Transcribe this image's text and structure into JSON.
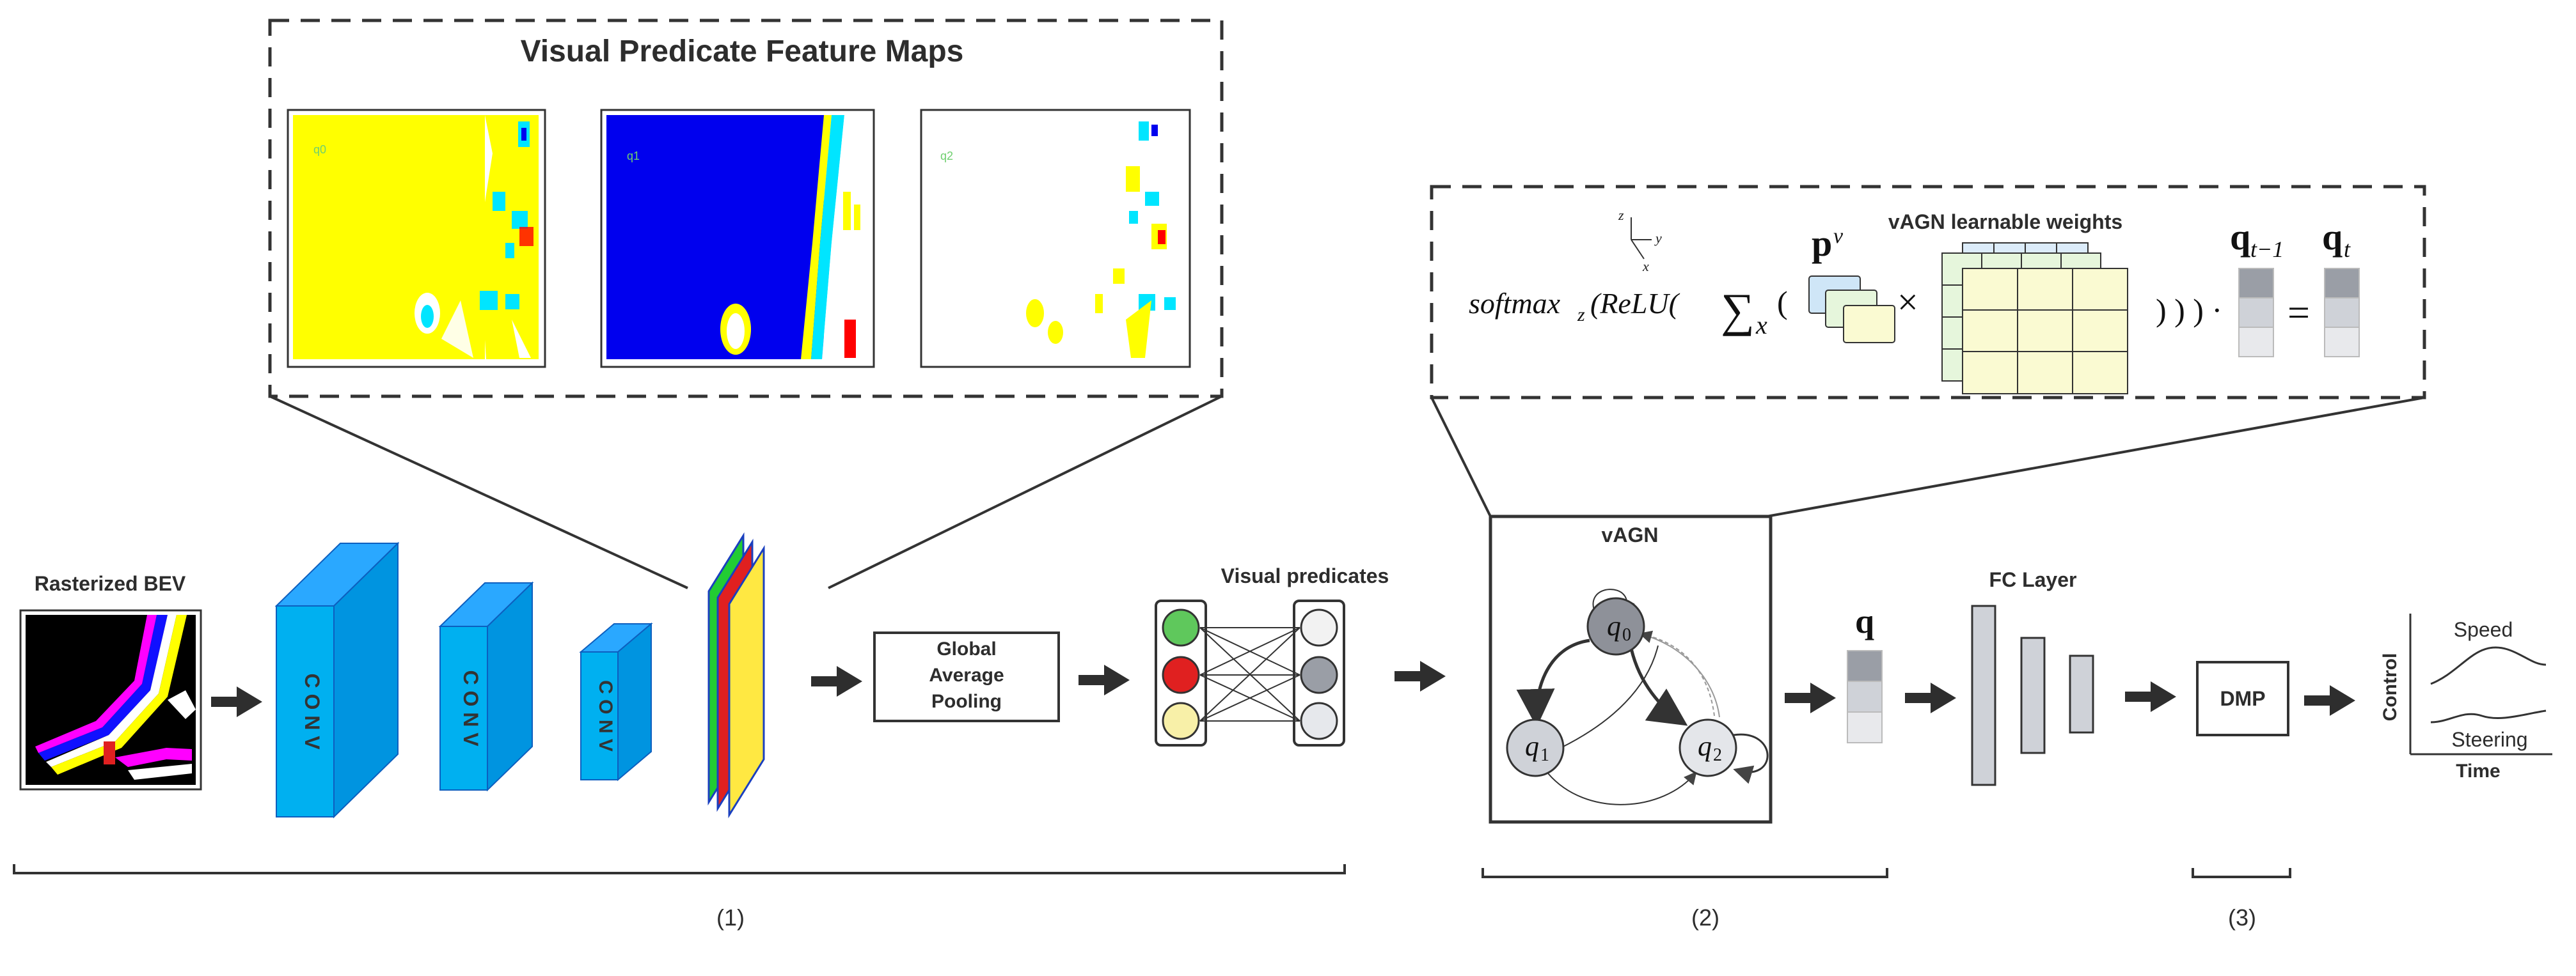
{
  "feature_maps": {
    "title": "Visual Predicate Feature Maps",
    "maps": [
      {
        "label": "q0",
        "color": "#ffff00"
      },
      {
        "label": "q1",
        "color": "#0000ee"
      },
      {
        "label": "q2",
        "color": "#ffffff"
      }
    ]
  },
  "stage1": {
    "bev_label": "Rasterized BEV",
    "conv_labels": [
      "C O N V",
      "C O N V",
      "C O N V"
    ],
    "gap_label": [
      "Global",
      "Average",
      "Pooling"
    ],
    "predicates_label": "Visual predicates",
    "predicate_colors": [
      "#5fc85c",
      "#e02020",
      "#f8f0a8"
    ],
    "output_node_colors": [
      "#f2f2f2",
      "#9a9ea6",
      "#e6e8ec"
    ]
  },
  "formula": {
    "softmax": "softmax",
    "softmax_sub": "z",
    "relu": "(ReLU(",
    "sum_sub": "x",
    "open_paren": "(",
    "p_label": "p",
    "p_sup": "v",
    "times": "×",
    "weights_label": "vAGN learnable weights",
    "close": ") ) ) ·",
    "q_prev": "q",
    "q_prev_sub": "t−1",
    "equals": "=",
    "q_next": "q",
    "q_next_sub": "t",
    "axes": {
      "z": "z",
      "y": "y",
      "x": "x"
    }
  },
  "stage2": {
    "vagn_label": "vAGN",
    "nodes": [
      "q",
      "q",
      "q"
    ],
    "node_subs": [
      "0",
      "1",
      "2"
    ],
    "q_label": "q"
  },
  "stage3": {
    "fc_label": "FC Layer",
    "dmp_label": "DMP",
    "control_label": "Control",
    "time_label": "Time",
    "speed_label": "Speed",
    "steering_label": "Steering"
  },
  "brackets": [
    "(1)",
    "(2)",
    "(3)"
  ],
  "colors": {
    "conv": "#00b0f0",
    "conv_dark": "#0090d0",
    "yellow_map": "#ffff00",
    "blue_map": "#0000ee",
    "weights_front": "#fafad2",
    "weights_back": "#e6f6dc",
    "weights_back2": "#dcecfa",
    "arrow": "#2e2e2e"
  }
}
